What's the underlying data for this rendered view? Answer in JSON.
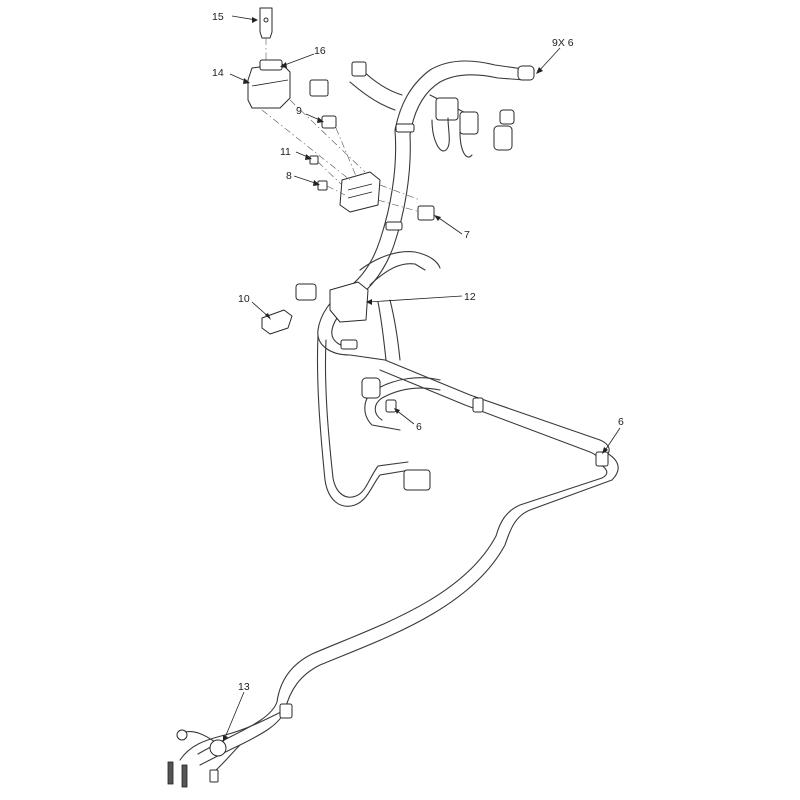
{
  "diagram": {
    "callouts": [
      {
        "label": "15"
      },
      {
        "label": "16"
      },
      {
        "label": "14"
      },
      {
        "label": "9X 6"
      },
      {
        "label": "9"
      },
      {
        "label": "11"
      },
      {
        "label": "8"
      },
      {
        "label": "7"
      },
      {
        "label": "12"
      },
      {
        "label": "10"
      },
      {
        "label": "6"
      },
      {
        "label": "6"
      },
      {
        "label": "13"
      }
    ]
  }
}
